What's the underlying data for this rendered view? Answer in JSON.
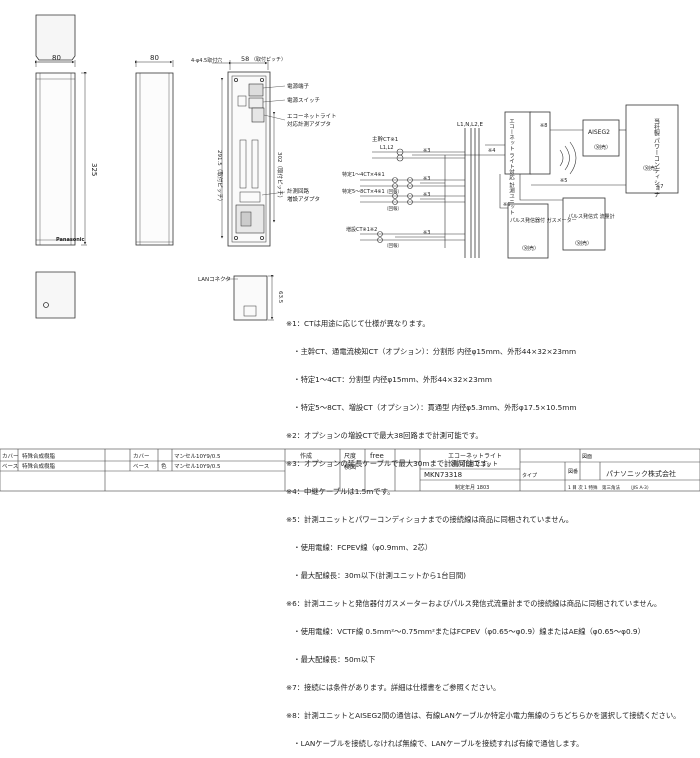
{
  "drawing": {
    "dims": {
      "front_width": "80",
      "side_width": "80",
      "inner_width": "58",
      "inner_width_note": "（取付ピッチ）",
      "hole_note": "4-φ4.5取付穴",
      "height": "325",
      "mount_pitch_v": "291.5（取付ピッチ）",
      "mount_pitch_v2": "302（取付ピッチ）",
      "bottom_height": "63.5",
      "lan_connector": "LANコネクタ"
    },
    "brand": "Panasonic",
    "callouts": [
      "電源端子",
      "電源スイッチ",
      "エコーネットライト",
      "対応計測アダプタ",
      "計測回路",
      "増設アダプタ"
    ]
  },
  "diagram": {
    "bus_label": "L1,N,L2,E",
    "main_ct": {
      "label": "主幹CT※1",
      "sub": "L1,L2"
    },
    "ct1_4": {
      "label": "特定1～4CT×4※1",
      "sub": "（回報）"
    },
    "ct5_8": {
      "label": "特定5～8CT×4※1",
      "sub": "（回報）"
    },
    "ct_ext": {
      "label": "増設CT※1※2",
      "sub": "（回報）"
    },
    "marks": [
      "※3",
      "※3",
      "※3",
      "※3",
      "※4",
      "※8",
      "※5",
      "※6"
    ],
    "unit_label": "エコーネット ライト対応 計測ユニット",
    "aiseg": {
      "name": "AISEG2",
      "sub": "（別売）"
    },
    "pcs": {
      "name": "当社製 パワーコンディショナ",
      "sub": "（別売）"
    },
    "pcs_mark": "※7",
    "gas": {
      "name": "パルス発信器付 ガスメーター",
      "sub": "（別売）"
    },
    "water": {
      "name": "パルス発信式 流量計",
      "sub": "（別売）"
    }
  },
  "notes": [
    "※1：CTは用途に応じて仕様が異なります。",
    "　・主幹CT、通電流検知CT（オプション）：分割形 内径φ15mm、外形44×32×23mm",
    "　・特定1～4CT：分割型 内径φ15mm、外形44×32×23mm",
    "　・特定5～8CT、増設CT（オプション）：貫通型 内径φ5.3mm、外形φ17.5×10.5mm",
    "※2：オプションの増設CTで最大38回路まで計測可能です。",
    "※3：オプションの延長ケーブルで最大30mまで計測可能です。",
    "※4：中継ケーブルは1.5mです。",
    "※5：計測ユニットとパワーコンディショナまでの接続線は商品に同梱されていません。",
    "　・使用電線：FCPEV線（φ0.9mm、2芯）",
    "　・最大配線長：30m以下(計測ユニットから1台目間)",
    "※6：計測ユニットと発信器付ガスメーターおよびパルス発信式流量計までの接続線は商品に同梱されていません。",
    "　・使用電線：VCTF線 0.5mm²～0.75mm²またはFCPEV（φ0.65～φ0.9）線またはAE線（φ0.65～φ0.9）",
    "　・最大配線長：50m以下",
    "※7：接続には条件があります。詳細は仕様書をご参照ください。",
    "※8：計測ユニットとAISEG2間の通信は、有線LANケーブルか特定小電力無線のうちどちらかを選択して接続ください。",
    "　・LANケーブルを接続しなければ無線で、LANケーブルを接続すれば有線で通信します。"
  ],
  "title_block": {
    "row1": [
      "カバー",
      "特殊合成樹脂",
      "カバー",
      "マンセル10Y9/0.5"
    ],
    "row2": [
      "ベース",
      "特殊合成樹脂",
      "色",
      "ベース",
      "マンセル10Y9/0.5"
    ],
    "saku": "作成",
    "dims_label": "尺度",
    "dims_value": "free",
    "kenzu": "検図",
    "product_name": "エコーネットライト",
    "product_name2": "対応計測ユニット",
    "type_label": "タイプ",
    "zumen_label": "図番",
    "model": "MKN73318",
    "sheet_label": "図面",
    "company": "パナソニック株式会社",
    "date_line": "制定年月 1803",
    "bottom_a": "1 目 次 1 特殊",
    "bottom_b": "第三角法",
    "bottom_c": "（JIS A-3）"
  }
}
